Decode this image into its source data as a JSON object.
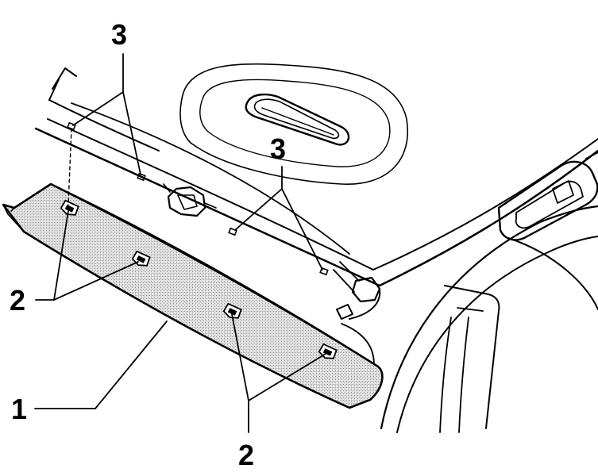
{
  "labels": {
    "trim_panel": "1",
    "clips": "2",
    "holes": "3"
  },
  "colors": {
    "ink": "#000000",
    "paper": "#ffffff",
    "panel_fill": "#c9c9c9"
  }
}
